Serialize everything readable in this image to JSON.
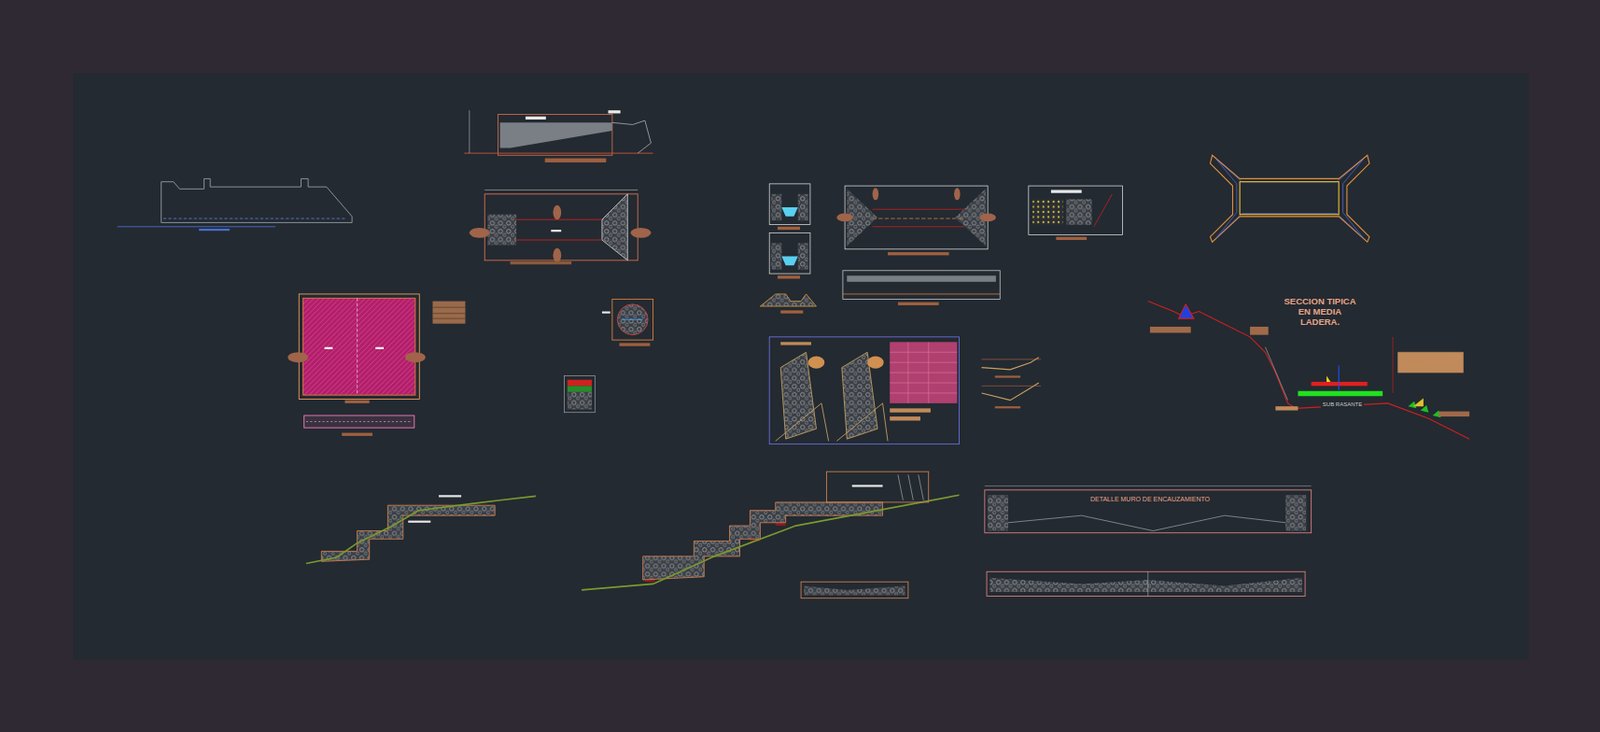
{
  "diagram": {
    "labels": [
      "SECCION TIPICA EN MEDIA LADERA.",
      "DETALLE MURO DE ENCAUZAMIENTO",
      "SUB RASANTE"
    ]
  }
}
